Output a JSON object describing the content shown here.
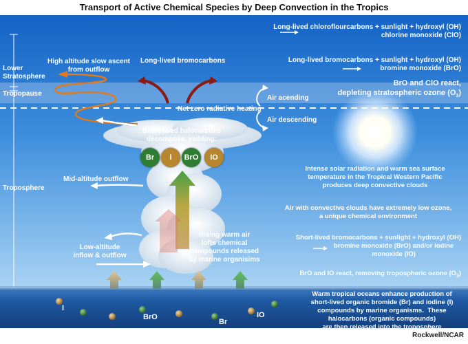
{
  "title": "Transport of Active Chemical Species by Deep Convection in the Tropics",
  "credit": "Rockwell/NCAR",
  "left_axis": {
    "lower_stratosphere": "Lower\nStratosphere",
    "tropopause": "Tropopause",
    "troposphere": "Troposphere"
  },
  "labels": {
    "high_altitude": "High altitude slow ascent\nfrom outflow",
    "long_lived_bromocarbons": "Long-lived bromocarbons",
    "net_zero": "Net zero radiative heating",
    "air_ascending": "Air acending",
    "air_descending": "Air descending",
    "short_lived_halocarbons": "Short-lived halocarbons\ndecompose, yeilding:",
    "mid_altitude": "Mid-altitude outflow",
    "rising_warm_air": "Rising warm air\nlofts chemical\ncompounds released\nby marine organisims",
    "low_altitude": "Low-altitude\ninflow & outflow"
  },
  "right_notes": {
    "cfc_line1": "Long-lived chloroflourcarbons + sunlight + hydroxyl (OH)",
    "cfc_line2": "chlorine monoxide (ClO)",
    "bromo_line1": "Long-lived bromocarbons + sunlight + hydroxyl (OH)",
    "bromo_line2": "bromine monoxide (BrO)",
    "react_line1": "BrO and ClO react,",
    "react_line2": "depleting stratospheric ozone (O",
    "react_sub": "3",
    "react_end": ")",
    "solar": "Intense solar radiation and warm sea surface\ntemperature in the Tropical Western Pacific\nproduces deep convective clouds",
    "low_ozone": "Air with convective clouds have extremely low ozone,\na unique chemical environment",
    "short_line1": "Short-lived bromocarbons + sunlight + hydroxyl (OH)",
    "short_line2": "bromine monoxide (BrO) and/or iodine\nmonoxide (IO)",
    "brio_main": "BrO and IO react, removing tropospheric ozone (O",
    "brio_sub": "3",
    "brio_end": ")",
    "ocean": "Warm tropical oceans enhance production of\nshort-lived organic bromide (Br) and iodine (I)\ncompounds by marine organisms.  These\nhalocarbons (organic compounds)\nare then released into the troposphere"
  },
  "badges": [
    {
      "text": "Br",
      "color": "#2f7d32"
    },
    {
      "text": "I",
      "color": "#b8862e"
    },
    {
      "text": "BrO",
      "color": "#2f7d32"
    },
    {
      "text": "IO",
      "color": "#b8862e"
    }
  ],
  "sea_labels": [
    "I",
    "BrO",
    "Br",
    "IO"
  ],
  "colors": {
    "sky_top": "#1565c9",
    "sky_bottom": "#8fc3ef",
    "sea": "#1f5aa3",
    "bromine": "#2f7d32",
    "iodine": "#b8862e",
    "outflow_arrow": "#e07a1a",
    "stratosphere_arrow": "#8b1a10"
  }
}
